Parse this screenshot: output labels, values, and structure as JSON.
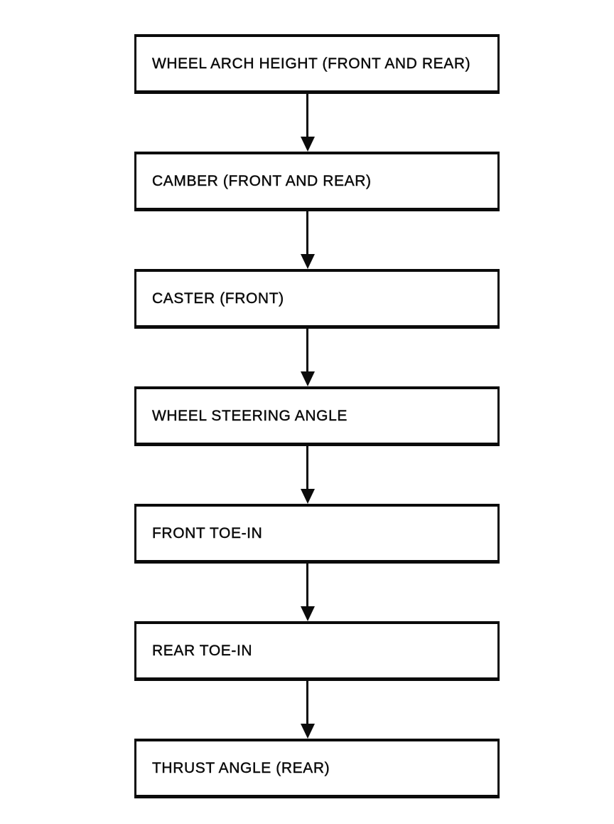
{
  "diagram": {
    "type": "flowchart",
    "direction": "top-to-bottom",
    "nodes": [
      {
        "id": "wheel-arch-height",
        "label": "WHEEL ARCH HEIGHT (FRONT AND REAR)"
      },
      {
        "id": "camber",
        "label": "CAMBER (FRONT AND REAR)"
      },
      {
        "id": "caster",
        "label": "CASTER (FRONT)"
      },
      {
        "id": "wheel-steering-angle",
        "label": "WHEEL STEERING ANGLE"
      },
      {
        "id": "front-toe-in",
        "label": "FRONT TOE-IN"
      },
      {
        "id": "rear-toe-in",
        "label": "REAR TOE-IN"
      },
      {
        "id": "thrust-angle",
        "label": "THRUST ANGLE (REAR)"
      }
    ],
    "edges": [
      {
        "from": "wheel-arch-height",
        "to": "camber"
      },
      {
        "from": "camber",
        "to": "caster"
      },
      {
        "from": "caster",
        "to": "wheel-steering-angle"
      },
      {
        "from": "wheel-steering-angle",
        "to": "front-toe-in"
      },
      {
        "from": "front-toe-in",
        "to": "rear-toe-in"
      },
      {
        "from": "rear-toe-in",
        "to": "thrust-angle"
      }
    ],
    "colors": {
      "ink": "#0b0b0b",
      "background": "#ffffff"
    }
  }
}
